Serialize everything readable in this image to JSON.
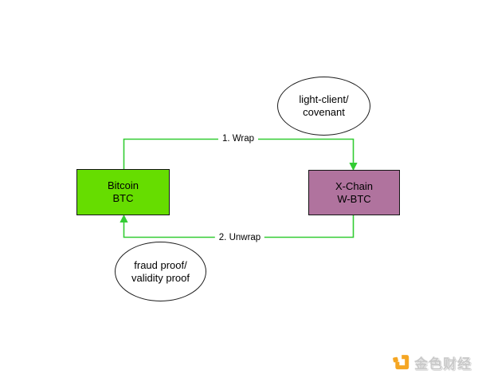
{
  "diagram": {
    "nodes": {
      "light_client": {
        "line1": "light-client/",
        "line2": "covenant"
      },
      "bitcoin": {
        "line1": "Bitcoin",
        "line2": "BTC"
      },
      "xchain": {
        "line1": "X-Chain",
        "line2": "W-BTC"
      },
      "fraud_proof": {
        "line1": "fraud proof/",
        "line2": "validity proof"
      }
    },
    "edges": {
      "wrap": {
        "label": "1. Wrap"
      },
      "unwrap": {
        "label": "2. Unwrap"
      }
    },
    "colors": {
      "bitcoin_fill": "#66dd00",
      "xchain_fill": "#b0739e",
      "connector_green": "#33cc33",
      "node_border": "#141414"
    }
  },
  "footer": {
    "logo_text": "金色财经",
    "logo_orange": "#f5a623",
    "logo_text_color": "#c9c9c9"
  }
}
